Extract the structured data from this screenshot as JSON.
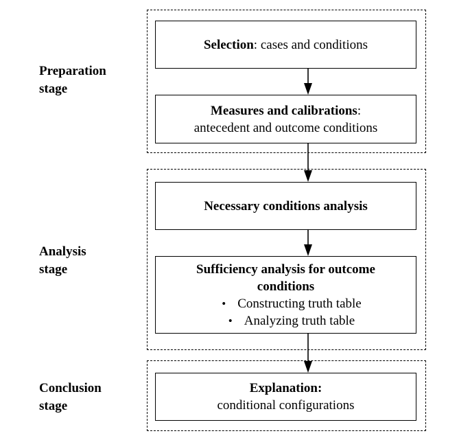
{
  "stages": {
    "preparation": {
      "label_line1": "Preparation",
      "label_line2": "stage"
    },
    "analysis": {
      "label_line1": "Analysis",
      "label_line2": "stage"
    },
    "conclusion": {
      "label_line1": "Conclusion",
      "label_line2": "stage"
    }
  },
  "boxes": {
    "selection": {
      "bold": "Selection",
      "rest": ": cases and conditions"
    },
    "measures": {
      "bold": "Measures and calibrations",
      "colon": ":",
      "line2": "antecedent and outcome conditions"
    },
    "necessary": {
      "bold": "Necessary conditions analysis"
    },
    "sufficiency": {
      "bold_line1": "Sufficiency analysis for outcome",
      "bold_line2": "conditions",
      "bullets": [
        {
          "dot": "•",
          "text": "Constructing truth table"
        },
        {
          "dot": "•",
          "text": "Analyzing truth table"
        }
      ]
    },
    "explanation": {
      "bold": "Explanation:",
      "line2": "conditional configurations"
    }
  }
}
